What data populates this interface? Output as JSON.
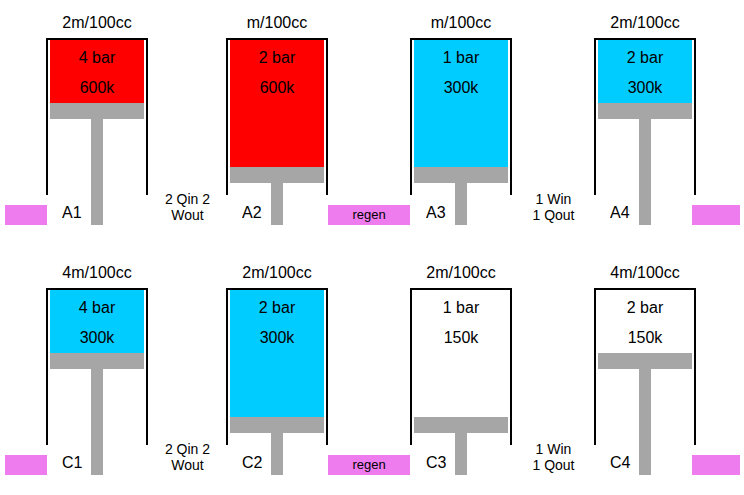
{
  "diagram": {
    "nodes": [
      {
        "text": [
          "2m/100cc",
          "4 bar",
          "600k"
        ]
      },
      {
        "text": [
          "m/100cc",
          "2 bar",
          "600k"
        ]
      },
      {
        "text": [
          "regen"
        ]
      },
      {
        "text": [
          "m/100cc",
          "1 bar",
          "300k"
        ]
      },
      {
        "text": [
          "2m/100cc",
          "2 bar",
          "300k"
        ]
      },
      {
        "text": [
          "4m/100cc",
          "4 bar",
          "300k"
        ]
      },
      {
        "text": [
          "2m/100cc",
          "2 bar",
          "300k"
        ]
      },
      {
        "text": [
          "regen"
        ]
      },
      {
        "text": [
          "2m/100cc",
          "1 bar",
          "150k"
        ]
      },
      {
        "text": [
          "4m/100cc",
          "2 bar",
          "150k"
        ]
      }
    ],
    "labels": [
      "A1",
      "2 Qin 2 Wout",
      "A2",
      "A3",
      "1 Win 1 Qout",
      "A4",
      "C1",
      "2 Qin 2 Wout",
      "C2",
      "C3",
      "1 Win 1 Qout",
      "C4"
    ]
  }
}
